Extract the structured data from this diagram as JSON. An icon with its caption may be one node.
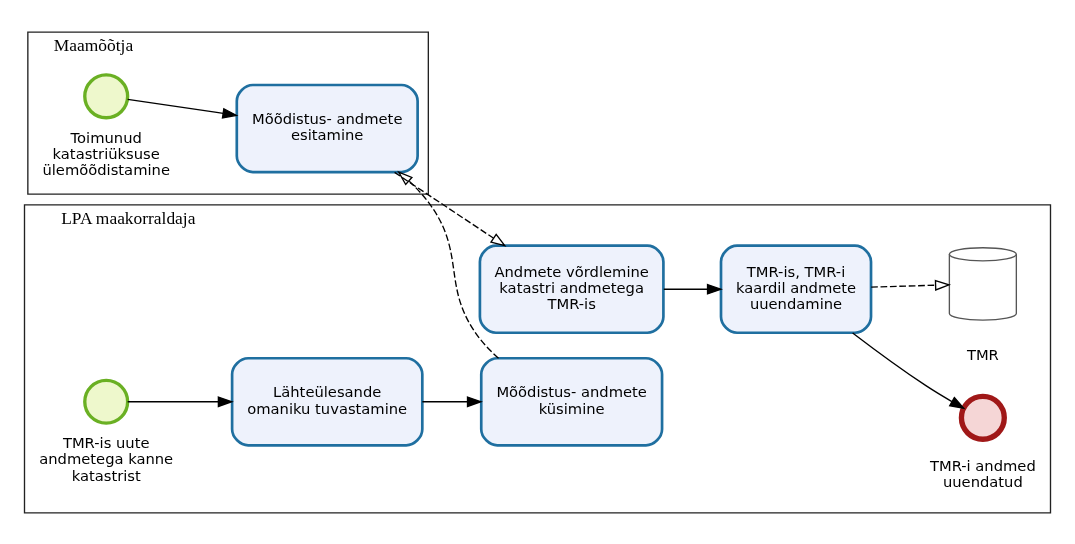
{
  "diagram": {
    "nodes": [
      {
        "text": [
          "Maamõõtja"
        ]
      },
      {
        "text": [],
        "shape": "circle",
        "in": 0,
        "beside": [
          "Toimunud katastriüksuse ülemõõdistamine"
        ]
      },
      {
        "text": [
          "Mõõdistus- andmete esitamine"
        ],
        "in": 0
      },
      {
        "text": [
          "LPA maakorraldaja"
        ]
      },
      {
        "text": [],
        "shape": "circle",
        "in": 3,
        "beside": [
          "TMR-is uute andmetega kanne katastrist"
        ]
      },
      {
        "text": [
          "Lähteülesande omaniku tuvastamine"
        ],
        "in": 3
      },
      {
        "text": [
          "Mõõdistus- andmete küsimine"
        ],
        "in": 3
      },
      {
        "text": [
          "Andmete võrdlemine katastri andmetega TMR-is"
        ],
        "in": 3
      },
      {
        "text": [
          "TMR-is, TMR-i kaardil andmete uuendamine"
        ],
        "in": 3
      },
      {
        "text": [],
        "shape": "circle",
        "in": 3,
        "beside": [
          "TMR-i andmed uuendatud"
        ]
      },
      {
        "text": [],
        "shape": "cylinder",
        "in": 3,
        "beside": [
          "TMR"
        ]
      }
    ],
    "edges": [
      {
        "from": 1,
        "to": 2,
        "arrow": "to"
      },
      {
        "from": 4,
        "to": 5,
        "arrow": "to"
      },
      {
        "from": 5,
        "to": 6,
        "arrow": "to"
      },
      {
        "from": 6,
        "to": 2,
        "arrow": "to",
        "style": "dashed"
      },
      {
        "from": 2,
        "to": 7,
        "arrow": "to",
        "style": "dashed"
      },
      {
        "from": 7,
        "to": 8,
        "arrow": "to"
      },
      {
        "from": 8,
        "to": 9,
        "arrow": "to"
      },
      {
        "from": 8,
        "to": 10,
        "arrow": "to",
        "style": "dashed"
      }
    ]
  }
}
